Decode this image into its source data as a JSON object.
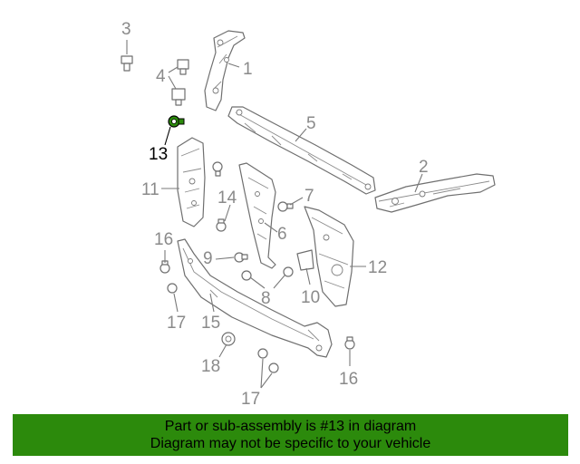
{
  "callouts": [
    {
      "id": "c1",
      "text": "1"
    },
    {
      "id": "c2",
      "text": "2"
    },
    {
      "id": "c3",
      "text": "3"
    },
    {
      "id": "c4",
      "text": "4"
    },
    {
      "id": "c5",
      "text": "5"
    },
    {
      "id": "c6",
      "text": "6"
    },
    {
      "id": "c7",
      "text": "7"
    },
    {
      "id": "c8",
      "text": "8"
    },
    {
      "id": "c9",
      "text": "9"
    },
    {
      "id": "c10",
      "text": "10"
    },
    {
      "id": "c11",
      "text": "11"
    },
    {
      "id": "c12",
      "text": "12"
    },
    {
      "id": "c13",
      "text": "13"
    },
    {
      "id": "c14",
      "text": "14"
    },
    {
      "id": "c15",
      "text": "15"
    },
    {
      "id": "c16a",
      "text": "16"
    },
    {
      "id": "c16b",
      "text": "16"
    },
    {
      "id": "c17a",
      "text": "17"
    },
    {
      "id": "c17b",
      "text": "17"
    },
    {
      "id": "c18",
      "text": "18"
    }
  ],
  "highlight": {
    "part_number": "13",
    "color": "#2c8a0c"
  },
  "footer": {
    "line1": "Part or sub-assembly is #13 in diagram",
    "line2": "Diagram may not be specific to your vehicle",
    "background": "#2c8a0c"
  }
}
